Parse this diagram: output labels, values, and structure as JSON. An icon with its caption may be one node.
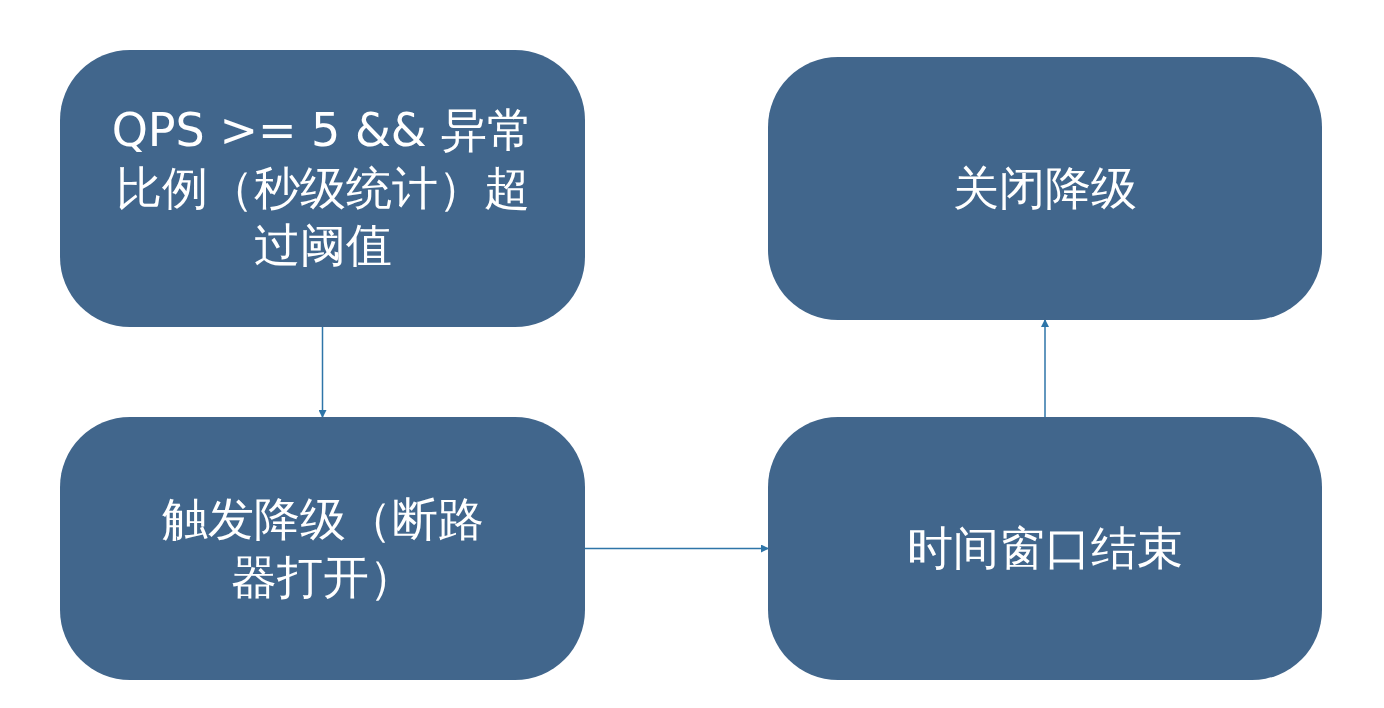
{
  "diagram": {
    "nodes": [
      {
        "text": [
          "QPS >= 5 && 异常比例（秒级统计）超过阈值"
        ]
      },
      {
        "text": [
          "触发降级（断路器打开）"
        ]
      },
      {
        "text": [
          "时间窗口结束"
        ]
      },
      {
        "text": [
          "关闭降级"
        ]
      }
    ],
    "edges": [
      {
        "from": 0,
        "to": 1,
        "arrow": "to"
      },
      {
        "from": 1,
        "to": 2,
        "arrow": "to"
      },
      {
        "from": 2,
        "to": 3,
        "arrow": "to"
      }
    ]
  }
}
